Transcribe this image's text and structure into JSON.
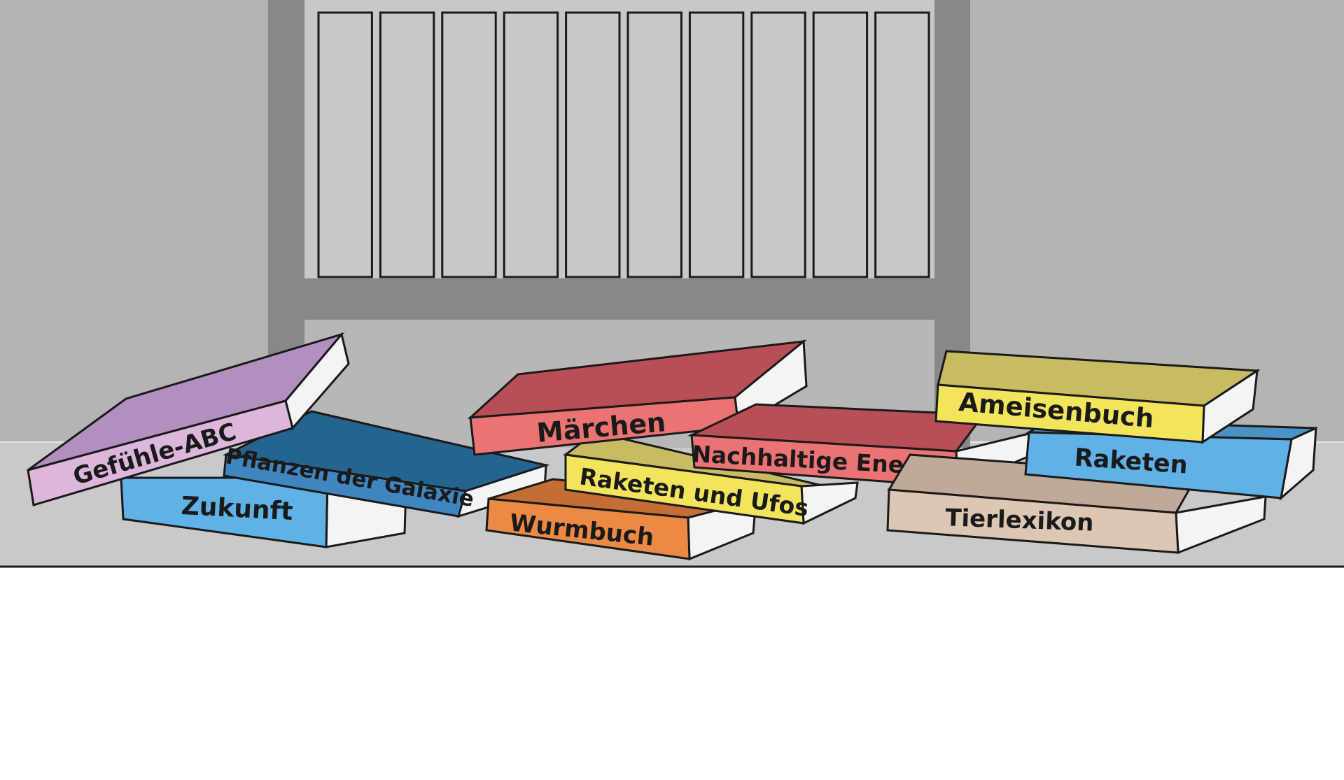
{
  "colors": {
    "wall": "#b4b4b4",
    "shelf_frame": "#888888",
    "shelf_inner": "#c8c8c8",
    "shelf_lower": "#b7b7b7",
    "floor": "#c9c9c9",
    "below": "#ffffff",
    "outline": "#1a1a1a",
    "pages": "#f4f4f4"
  },
  "shelf": {
    "slot_count": 10
  },
  "books": [
    {
      "key": "zukunft",
      "title": "Zukunft",
      "color": "#5fb1e6",
      "cover": "#3f8fc8",
      "interactable": true
    },
    {
      "key": "pflanzen",
      "title": "Pflanzen der Galaxie",
      "color": "#3f86c0",
      "cover": "#24648f",
      "interactable": true
    },
    {
      "key": "gefuehle",
      "title": "Gefühle-ABC",
      "color": "#ddb6dc",
      "cover": "#b28fbf",
      "interactable": true
    },
    {
      "key": "wurmbuch",
      "title": "Wurmbuch",
      "color": "#ec8a45",
      "cover": "#c46e36",
      "interactable": true
    },
    {
      "key": "raketen_ufos",
      "title": "Raketen und Ufos",
      "color": "#f2e55c",
      "cover": "#c9bb62",
      "interactable": true
    },
    {
      "key": "maerchen",
      "title": "Märchen",
      "color": "#ec7373",
      "cover": "#b84e56",
      "interactable": true
    },
    {
      "key": "nachhaltige",
      "title": "Nachhaltige Energie",
      "color": "#ec7373",
      "cover": "#b84e56",
      "interactable": true
    },
    {
      "key": "tierlexikon",
      "title": "Tierlexikon",
      "color": "#dcc7b5",
      "cover": "#bfa99a",
      "interactable": true
    },
    {
      "key": "raketen",
      "title": "Raketen",
      "color": "#5fb1e6",
      "cover": "#4a92c4",
      "interactable": true
    },
    {
      "key": "ameisenbuch",
      "title": "Ameisenbuch",
      "color": "#f2e55c",
      "cover": "#c9bb62",
      "interactable": true
    }
  ]
}
